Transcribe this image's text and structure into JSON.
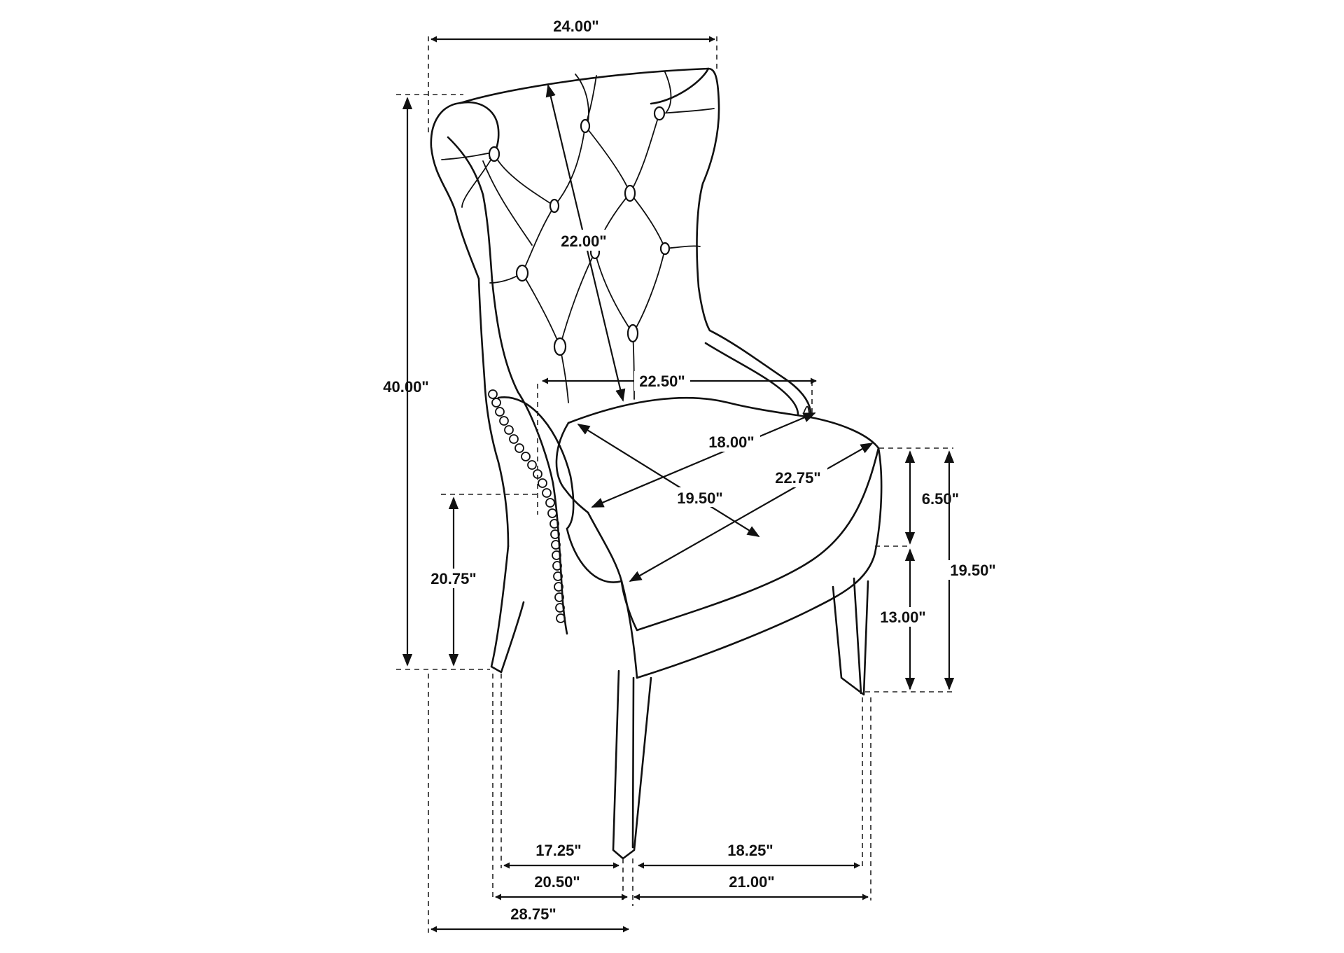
{
  "dimensions": {
    "overall_width": "24.00\"",
    "overall_height": "40.00\"",
    "back_height": "22.00\"",
    "inner_width": "22.50\"",
    "seat_width": "18.00\"",
    "seat_depth_diag": "19.50\"",
    "seat_width_diag": "22.75\"",
    "seat_thickness": "6.50\"",
    "leg_height": "13.00\"",
    "seat_height": "19.50\"",
    "arm_height": "20.75\"",
    "front_depth": "17.25\"",
    "side_depth": "18.25\"",
    "base_depth": "20.50\"",
    "base_width": "21.00\"",
    "overall_depth": "28.75\""
  }
}
